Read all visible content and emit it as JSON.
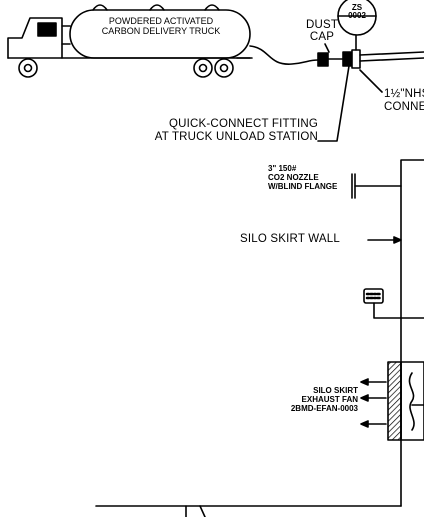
{
  "labels": {
    "truck_line1": "POWDERED ACTIVATED",
    "truck_line2": "CARBON DELIVERY TRUCK",
    "dust_cap_line1": "DUST",
    "dust_cap_line2": "CAP",
    "instrument_tag_line1": "ZS",
    "instrument_tag_line2": "0002",
    "nhs_line1": "1½\"NHS",
    "nhs_line2": "CONNECT",
    "quick_connect_line1": "QUICK-CONNECT FITTING",
    "quick_connect_line2": "AT TRUCK UNLOAD STATION",
    "co2_line1": "3\" 150#",
    "co2_line2": "CO2 NOZZLE",
    "co2_line3": "W/BLIND FLANGE",
    "skirt_wall": "SILO SKIRT WALL",
    "fan_line1": "SILO SKIRT",
    "fan_line2": "EXHAUST FAN",
    "fan_line3": "2BMD-EFAN-0003"
  }
}
